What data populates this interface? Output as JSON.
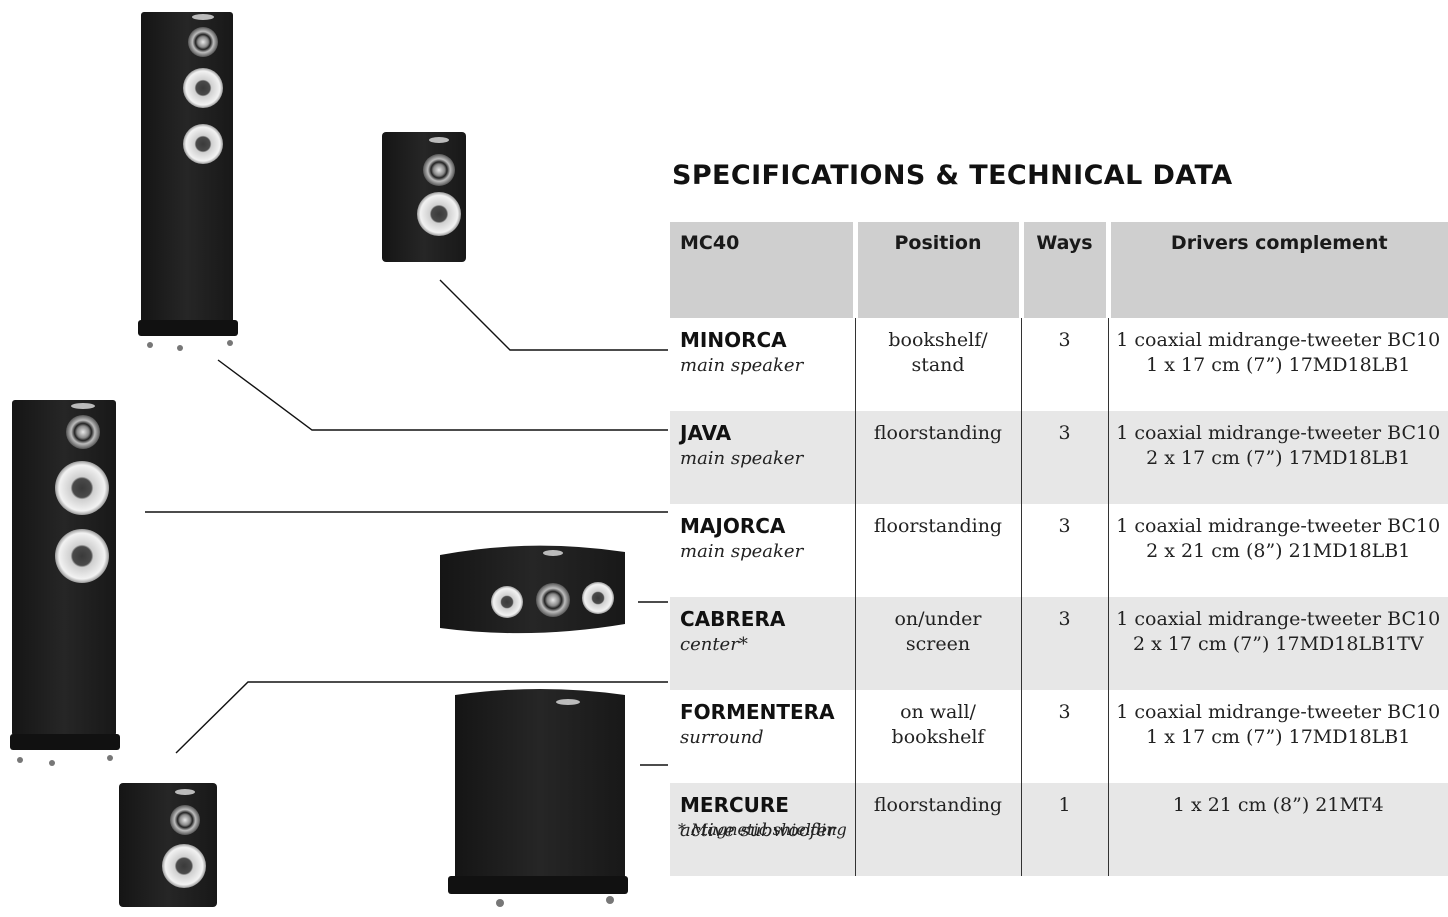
{
  "heading": "SPECIFICATIONS & TECHNICAL DATA",
  "table": {
    "headers": [
      "MC40",
      "Position",
      "Ways",
      "Drivers complement"
    ],
    "rows": [
      {
        "model": "MINORCA",
        "role": "main speaker",
        "position": [
          "bookshelf/",
          "stand"
        ],
        "ways": "3",
        "drivers": [
          "1 coaxial midrange-tweeter BC10",
          "1 x 17 cm (7”) 17MD18LB1"
        ]
      },
      {
        "model": "JAVA",
        "role": "main speaker",
        "position": [
          "floorstanding",
          ""
        ],
        "ways": "3",
        "drivers": [
          "1 coaxial midrange-tweeter BC10",
          "2 x 17 cm (7”) 17MD18LB1"
        ]
      },
      {
        "model": "MAJORCA",
        "role": "main speaker",
        "position": [
          "floorstanding",
          ""
        ],
        "ways": "3",
        "drivers": [
          "1 coaxial midrange-tweeter BC10",
          "2 x 21 cm (8”) 21MD18LB1"
        ]
      },
      {
        "model": "CABRERA",
        "role": "center*",
        "position": [
          "on/under",
          "screen"
        ],
        "ways": "3",
        "drivers": [
          "1 coaxial midrange-tweeter BC10",
          "2 x 17 cm (7”) 17MD18LB1TV"
        ]
      },
      {
        "model": "FORMENTERA",
        "role": "surround",
        "position": [
          "on wall/",
          "bookshelf"
        ],
        "ways": "3",
        "drivers": [
          "1 coaxial midrange-tweeter BC10",
          "1 x 17 cm (7”) 17MD18LB1"
        ]
      },
      {
        "model": "MERCURE",
        "role": "active subwoofer",
        "position": [
          "floorstanding",
          ""
        ],
        "ways": "1",
        "drivers": [
          "1 x 21 cm (8”) 21MT4",
          ""
        ]
      }
    ]
  },
  "footnote": "* Magnetic shielding",
  "colors": {
    "header_bg": "#cfcfcf",
    "alt_row_bg": "#e7e7e7",
    "cabinet": "#1c1c1c",
    "driver_cone": "#d9d9d9"
  }
}
